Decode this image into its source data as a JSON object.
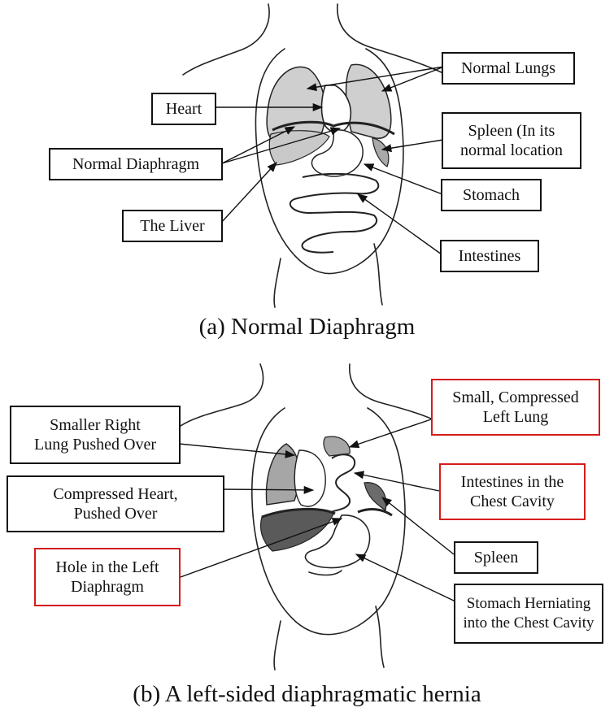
{
  "panel_a": {
    "caption": "(a) Normal Diaphragm",
    "labels": {
      "heart": "Heart",
      "normal_lungs": "Normal Lungs",
      "spleen_line1": "Spleen (In its",
      "spleen_line2": "normal location",
      "normal_diaphragm": "Normal Diaphragm",
      "stomach": "Stomach",
      "liver": "The Liver",
      "intestines": "Intestines"
    }
  },
  "panel_b": {
    "caption": "(b) A left-sided diaphragmatic hernia",
    "labels": {
      "smaller_right_lung_line1": "Smaller Right",
      "smaller_right_lung_line2": "Lung Pushed Over",
      "small_left_lung_line1": "Small, Compressed",
      "small_left_lung_line2": "Left Lung",
      "compressed_heart_line1": "Compressed Heart,",
      "compressed_heart_line2": "Pushed Over",
      "intestines_chest_line1": "Intestines in the",
      "intestines_chest_line2": "Chest Cavity",
      "hole_line1": "Hole in the Left",
      "hole_line2": "Diaphragm",
      "spleen": "Spleen",
      "stomach_herniating_line1": "Stomach Herniating",
      "stomach_herniating_line2": "into the Chest Cavity"
    }
  },
  "colors": {
    "outline": "#222222",
    "lung_gray": "#bdbdbd",
    "dark_organ": "#5a5a5a",
    "red_border": "#d41c1c"
  }
}
